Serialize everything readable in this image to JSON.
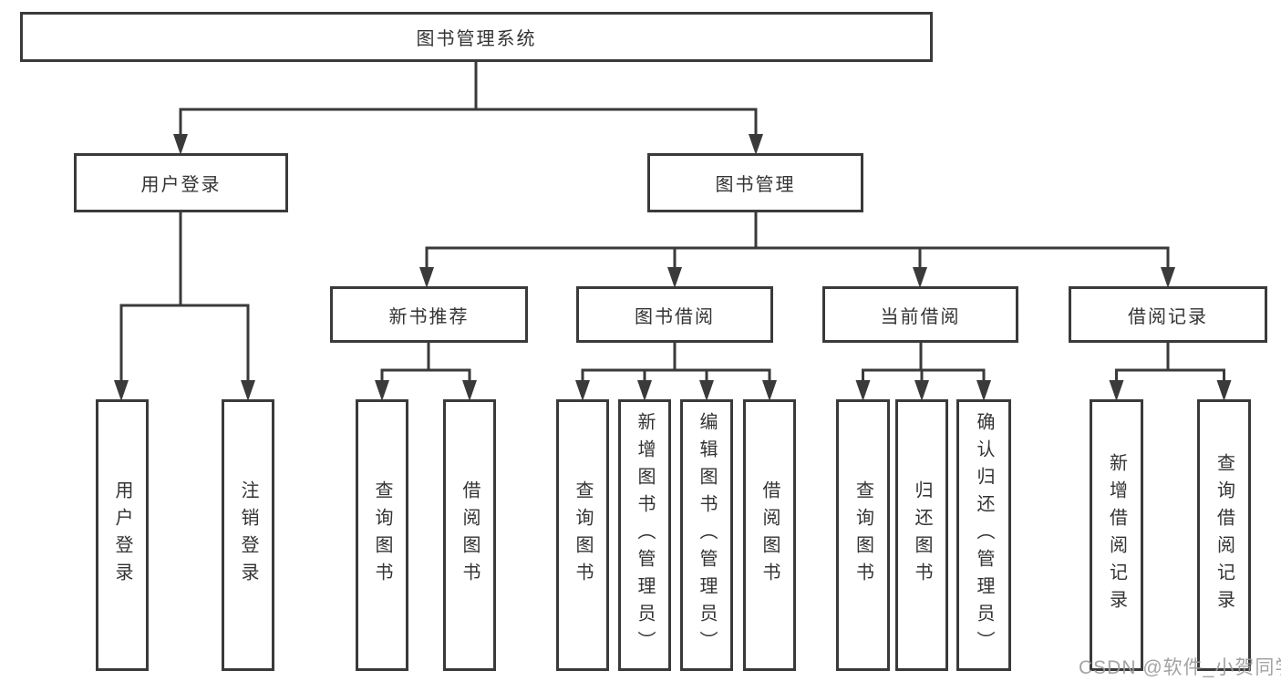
{
  "diagram": {
    "title": "图书管理系统",
    "level2": {
      "user_login": "用户登录",
      "book_mgmt": "图书管理"
    },
    "level3": {
      "new_book_rec": "新书推荐",
      "book_borrow": "图书借阅",
      "current_borrow": "当前借阅",
      "borrow_records": "借阅记录"
    },
    "leaves": {
      "login": "用户登录",
      "logout": "注销登录",
      "rec_query": "查询图书",
      "rec_borrow": "借阅图书",
      "bb_query": "查询图书",
      "bb_add": "新增图书（管理员）",
      "bb_edit": "编辑图书（管理员）",
      "bb_borrow": "借阅图书",
      "cb_query": "查询图书",
      "cb_return": "归还图书",
      "cb_confirm": "确认归还（管理员）",
      "br_add": "新增借阅记录",
      "br_query": "查询借阅记录"
    }
  },
  "watermark": {
    "text": "CSDN @软件_小贺同学"
  },
  "colors": {
    "line": "#3a3a3a",
    "text": "#333333",
    "watermark": "#9b9b9b",
    "background": "#ffffff"
  }
}
